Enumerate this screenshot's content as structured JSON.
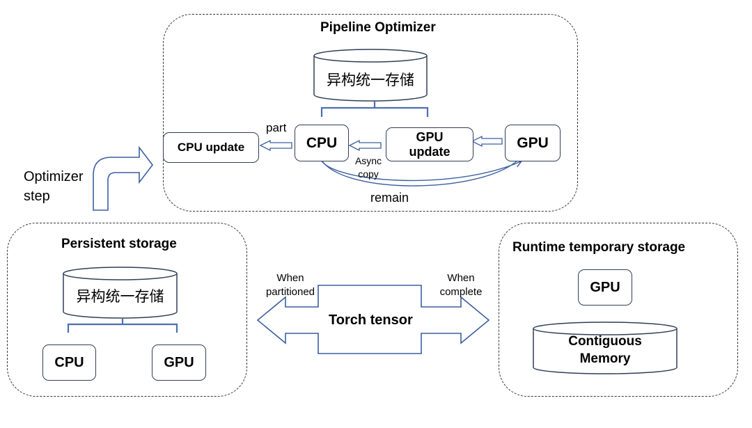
{
  "pipeline": {
    "title": "Pipeline Optimizer",
    "storage_label": "异构统一存储",
    "cpu_update": "CPU update",
    "cpu": "CPU",
    "gpu_update": "GPU update",
    "gpu": "GPU",
    "part_label": "part",
    "async_copy_label": "Async copy",
    "remain_label": "remain"
  },
  "optimizer_step_label": "Optimizer step",
  "persistent": {
    "title": "Persistent storage",
    "storage_label": "异构统一存储",
    "cpu": "CPU",
    "gpu": "GPU"
  },
  "center": {
    "label": "Torch tensor",
    "left_label": "When partitioned",
    "right_label": "When complete"
  },
  "runtime": {
    "title": "Runtime temporary storage",
    "gpu": "GPU",
    "memory_label": "Contiguous Memory"
  },
  "colors": {
    "border": "#2f3e55",
    "bracket": "#4a6fb0",
    "arrow": "#3b5fa0",
    "panel_border": "#333333"
  }
}
